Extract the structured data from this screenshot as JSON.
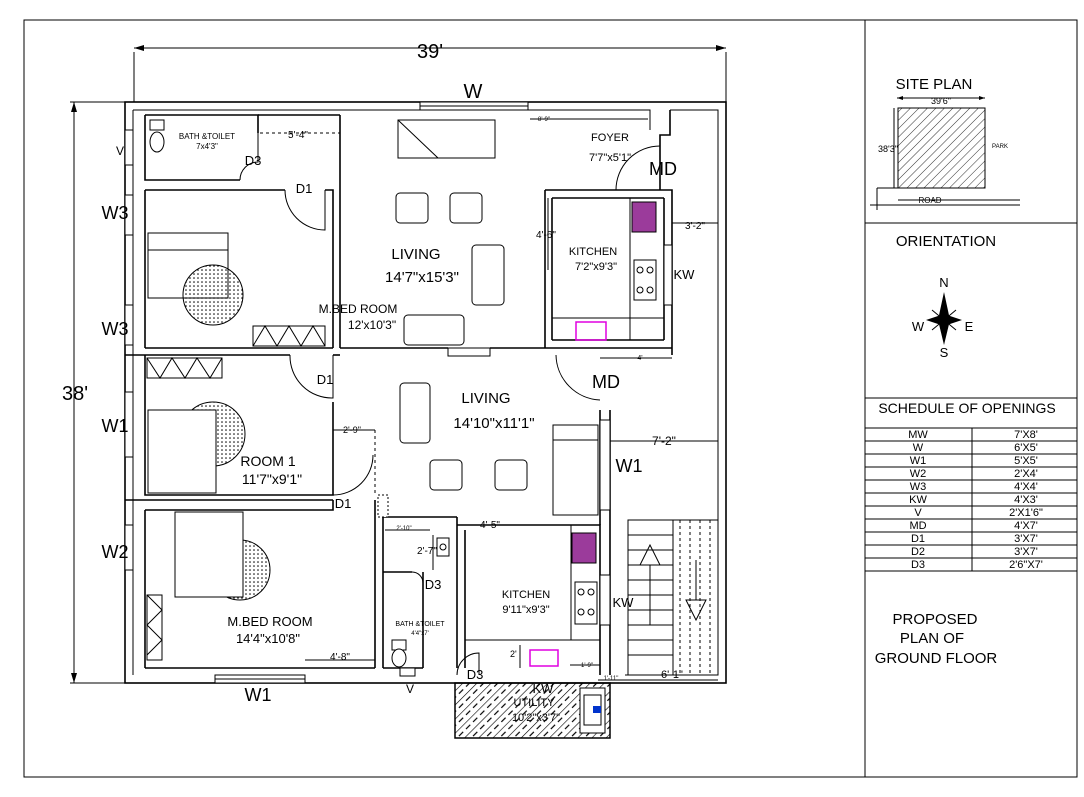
{
  "plan": {
    "dims": {
      "width": "39'",
      "height": "38'",
      "d_5_4": "5'-4\"",
      "d_4_6": "4'-6\"",
      "d_3_2": "3'-2\"",
      "d_8_9": "8'-9\"",
      "d_2_9": "2'-9\"",
      "d_7_2": "7'-2\"",
      "d_2_10": "2'-10\"",
      "d_2_7": "2'-7\"",
      "d_4_5": "4'-5\"",
      "d_4_8": "4'-8\"",
      "d_6_1": "6'-1\"",
      "d_2": "2'",
      "d_1_9": "1'-9\"",
      "d_1_11": "1'-11\"",
      "d_4": "4'"
    },
    "openings": {
      "w_top": "W",
      "v_top": "V",
      "v_bottom": "V",
      "w3_a": "W3",
      "w3_b": "W3",
      "w1_left": "W1",
      "w1_right": "W1",
      "w1_bottom": "W1",
      "w2_left": "W2",
      "d1_a": "D1",
      "d1_b": "D1",
      "d1_c": "D1",
      "d3_a": "D3",
      "d3_b": "D3",
      "d3_c": "D3",
      "md_a": "MD",
      "md_b": "MD",
      "kw_a": "KW",
      "kw_b": "KW",
      "kw_c": "KW"
    },
    "rooms": {
      "bath1": {
        "name": "BATH &TOILET",
        "size": "7x4'3\""
      },
      "foyer": {
        "name": "FOYER",
        "size": "7'7\"x5'1\""
      },
      "living1": {
        "name": "LIVING",
        "size": "14'7\"x15'3\""
      },
      "kitchen1": {
        "name": "KITCHEN",
        "size": "7'2\"x9'3\""
      },
      "mbed1": {
        "name": "M.BED ROOM",
        "size": "12'x10'3\""
      },
      "living2": {
        "name": "LIVING",
        "size": "14'10\"x11'1\""
      },
      "room1": {
        "name": "ROOM 1",
        "size": "11'7\"x9'1\""
      },
      "kitchen2": {
        "name": "KITCHEN",
        "size": "9'11\"x9'3\""
      },
      "bath2": {
        "name": "BATH &TOILET",
        "size": "4'4\"x7'"
      },
      "mbed2": {
        "name": "M.BED ROOM",
        "size": "14'4\"x10'8\""
      },
      "utility": {
        "name": "UTILITY",
        "size": "10'2\"x3'7\""
      }
    }
  },
  "site_plan": {
    "title": "SITE PLAN",
    "width": "39'6\"",
    "height": "38'3\"",
    "park": "PARK",
    "road": "ROAD"
  },
  "orientation": {
    "title": "ORIENTATION",
    "n": "N",
    "s": "S",
    "e": "E",
    "w": "W"
  },
  "schedule": {
    "title": "SCHEDULE OF OPENINGS",
    "rows": [
      {
        "code": "MW",
        "size": "7'X8'"
      },
      {
        "code": "W",
        "size": "6'X5'"
      },
      {
        "code": "W1",
        "size": "5'X5'"
      },
      {
        "code": "W2",
        "size": "2'X4'"
      },
      {
        "code": "W3",
        "size": "4'X4'"
      },
      {
        "code": "KW",
        "size": "4'X3'"
      },
      {
        "code": "V",
        "size": "2'X1'6\""
      },
      {
        "code": "MD",
        "size": "4'X7'"
      },
      {
        "code": "D1",
        "size": "3'X7'"
      },
      {
        "code": "D2",
        "size": "3'X7'"
      },
      {
        "code": "D3",
        "size": "2'6\"X7'"
      }
    ]
  },
  "caption": {
    "line1": "PROPOSED",
    "line2": "PLAN OF",
    "line3": "GROUND FLOOR"
  },
  "colors": {
    "sink": "#e000e0",
    "hob": "#9b3b9b",
    "tap": "#0033cc"
  }
}
